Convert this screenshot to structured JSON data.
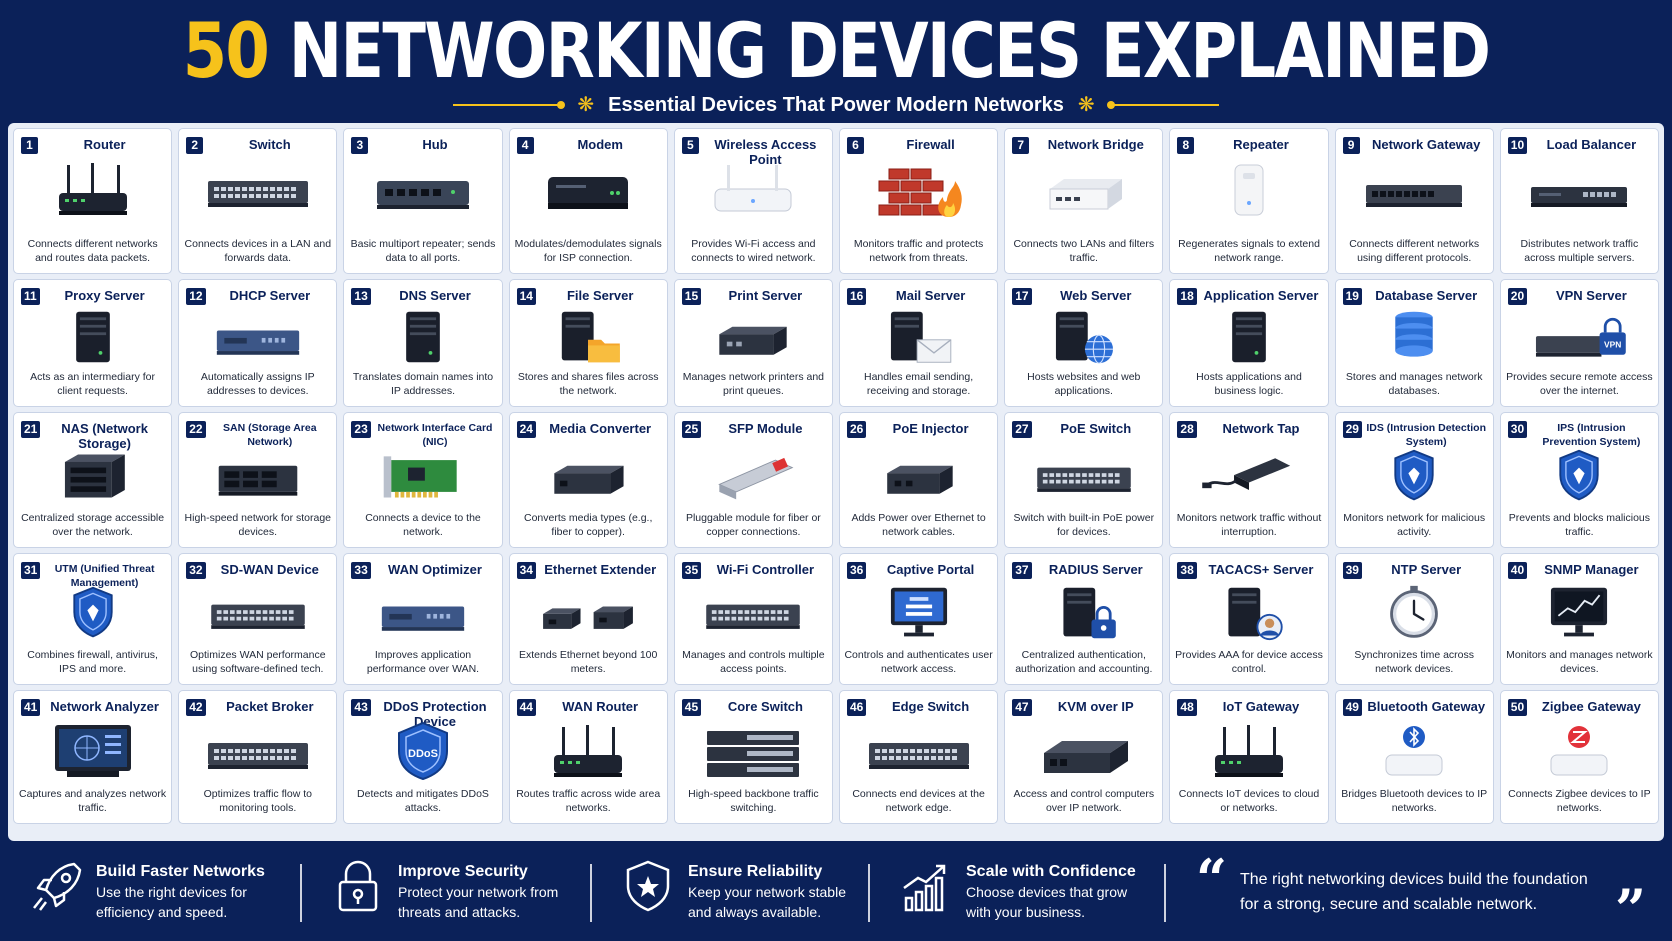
{
  "header": {
    "title_num": "50",
    "title_rest": " NETWORKING DEVICES EXPLAINED",
    "subtitle": "Essential Devices That Power Modern Networks"
  },
  "colors": {
    "navy": "#0b2159",
    "gold": "#f6c21b",
    "panel": "#e9eef7"
  },
  "devices": [
    {
      "num": "1",
      "title": "Router",
      "desc": "Connects different networks and routes data packets.",
      "icon": "router-icon"
    },
    {
      "num": "2",
      "title": "Switch",
      "desc": "Connects devices in a LAN and forwards data.",
      "icon": "switch-icon"
    },
    {
      "num": "3",
      "title": "Hub",
      "desc": "Basic multiport repeater; sends data to all ports.",
      "icon": "hub-icon"
    },
    {
      "num": "4",
      "title": "Modem",
      "desc": "Modulates/demodulates signals for ISP connection.",
      "icon": "modem-icon"
    },
    {
      "num": "5",
      "title": "Wireless Access Point",
      "desc": "Provides Wi-Fi access and connects to wired network.",
      "icon": "access-point-icon"
    },
    {
      "num": "6",
      "title": "Firewall",
      "desc": "Monitors traffic and protects network from threats.",
      "icon": "firewall-icon"
    },
    {
      "num": "7",
      "title": "Network Bridge",
      "desc": "Connects two LANs and filters traffic.",
      "icon": "bridge-icon"
    },
    {
      "num": "8",
      "title": "Repeater",
      "desc": "Regenerates signals to extend network range.",
      "icon": "repeater-icon"
    },
    {
      "num": "9",
      "title": "Network Gateway",
      "desc": "Connects different networks using different protocols.",
      "icon": "gateway-icon"
    },
    {
      "num": "10",
      "title": "Load Balancer",
      "desc": "Distributes network traffic across multiple servers.",
      "icon": "load-balancer-icon"
    },
    {
      "num": "11",
      "title": "Proxy Server",
      "desc": "Acts as an intermediary for client requests.",
      "icon": "server-icon"
    },
    {
      "num": "12",
      "title": "DHCP Server",
      "desc": "Automatically assigns IP addresses to devices.",
      "icon": "rack-server-icon"
    },
    {
      "num": "13",
      "title": "DNS Server",
      "desc": "Translates domain names into IP addresses.",
      "icon": "server-icon"
    },
    {
      "num": "14",
      "title": "File Server",
      "desc": "Stores and shares files across the network.",
      "icon": "file-server-icon"
    },
    {
      "num": "15",
      "title": "Print Server",
      "desc": "Manages network printers and print queues.",
      "icon": "print-server-icon"
    },
    {
      "num": "16",
      "title": "Mail Server",
      "desc": "Handles email sending, receiving and storage.",
      "icon": "mail-server-icon"
    },
    {
      "num": "17",
      "title": "Web Server",
      "desc": "Hosts websites and web applications.",
      "icon": "web-server-icon"
    },
    {
      "num": "18",
      "title": "Application Server",
      "desc": "Hosts applications and business logic.",
      "icon": "server-icon"
    },
    {
      "num": "19",
      "title": "Database Server",
      "desc": "Stores and manages network databases.",
      "icon": "database-icon"
    },
    {
      "num": "20",
      "title": "VPN Server",
      "desc": "Provides secure remote access over the internet.",
      "icon": "vpn-icon"
    },
    {
      "num": "21",
      "title": "NAS (Network Storage)",
      "desc": "Centralized storage accessible over the network.",
      "icon": "nas-icon"
    },
    {
      "num": "22",
      "title": "SAN (Storage Area Network)",
      "desc": "High-speed network for storage devices.",
      "icon": "san-icon"
    },
    {
      "num": "23",
      "title": "Network Interface Card (NIC)",
      "desc": "Connects a device to the network.",
      "icon": "nic-icon"
    },
    {
      "num": "24",
      "title": "Media Converter",
      "desc": "Converts media types (e.g., fiber to copper).",
      "icon": "media-converter-icon"
    },
    {
      "num": "25",
      "title": "SFP Module",
      "desc": "Pluggable module for fiber or copper connections.",
      "icon": "sfp-icon"
    },
    {
      "num": "26",
      "title": "PoE Injector",
      "desc": "Adds Power over Ethernet to network cables.",
      "icon": "poe-injector-icon"
    },
    {
      "num": "27",
      "title": "PoE Switch",
      "desc": "Switch with built-in PoE power for devices.",
      "icon": "switch-icon"
    },
    {
      "num": "28",
      "title": "Network Tap",
      "desc": "Monitors network traffic without interruption.",
      "icon": "network-tap-icon"
    },
    {
      "num": "29",
      "title": "IDS (Intrusion Detection System)",
      "desc": "Monitors network for malicious activity.",
      "icon": "shield-icon"
    },
    {
      "num": "30",
      "title": "IPS (Intrusion Prevention System)",
      "desc": "Prevents and blocks malicious traffic.",
      "icon": "shield-icon"
    },
    {
      "num": "31",
      "title": "UTM (Unified Threat Management)",
      "desc": "Combines firewall, antivirus, IPS and more.",
      "icon": "shield-icon"
    },
    {
      "num": "32",
      "title": "SD-WAN Device",
      "desc": "Optimizes WAN performance using software-defined tech.",
      "icon": "switch-icon"
    },
    {
      "num": "33",
      "title": "WAN Optimizer",
      "desc": "Improves application performance over WAN.",
      "icon": "rack-server-icon"
    },
    {
      "num": "34",
      "title": "Ethernet Extender",
      "desc": "Extends Ethernet beyond 100 meters.",
      "icon": "extender-icon"
    },
    {
      "num": "35",
      "title": "Wi-Fi Controller",
      "desc": "Manages and controls multiple access points.",
      "icon": "switch-icon"
    },
    {
      "num": "36",
      "title": "Captive Portal",
      "desc": "Controls and authenticates user network access.",
      "icon": "monitor-icon"
    },
    {
      "num": "37",
      "title": "RADIUS Server",
      "desc": "Centralized authentication, authorization and accounting.",
      "icon": "lock-server-icon"
    },
    {
      "num": "38",
      "title": "TACACS+ Server",
      "desc": "Provides AAA for device access control.",
      "icon": "user-server-icon"
    },
    {
      "num": "39",
      "title": "NTP Server",
      "desc": "Synchronizes time across network devices.",
      "icon": "clock-icon"
    },
    {
      "num": "40",
      "title": "SNMP Manager",
      "desc": "Monitors and manages network devices.",
      "icon": "chart-monitor-icon"
    },
    {
      "num": "41",
      "title": "Network Analyzer",
      "desc": "Captures and analyzes network traffic.",
      "icon": "analyzer-icon"
    },
    {
      "num": "42",
      "title": "Packet Broker",
      "desc": "Optimizes traffic flow to monitoring tools.",
      "icon": "switch-icon"
    },
    {
      "num": "43",
      "title": "DDoS Protection Device",
      "desc": "Detects and mitigates DDoS attacks.",
      "icon": "ddos-shield-icon"
    },
    {
      "num": "44",
      "title": "WAN Router",
      "desc": "Routes traffic across wide area networks.",
      "icon": "router-icon"
    },
    {
      "num": "45",
      "title": "Core Switch",
      "desc": "High-speed backbone traffic switching.",
      "icon": "core-switch-icon"
    },
    {
      "num": "46",
      "title": "Edge Switch",
      "desc": "Connects end devices at the network edge.",
      "icon": "switch-icon"
    },
    {
      "num": "47",
      "title": "KVM over IP",
      "desc": "Access and control computers over IP network.",
      "icon": "kvm-icon"
    },
    {
      "num": "48",
      "title": "IoT Gateway",
      "desc": "Connects IoT devices to cloud or networks.",
      "icon": "router-icon"
    },
    {
      "num": "49",
      "title": "Bluetooth Gateway",
      "desc": "Bridges Bluetooth devices to IP networks.",
      "icon": "bluetooth-gateway-icon"
    },
    {
      "num": "50",
      "title": "Zigbee Gateway",
      "desc": "Connects Zigbee devices to IP networks.",
      "icon": "zigbee-gateway-icon"
    }
  ],
  "footer": {
    "items": [
      {
        "head": "Build Faster Networks",
        "line1": "Use the right devices for",
        "line2": "efficiency and speed.",
        "icon": "rocket-icon"
      },
      {
        "head": "Improve Security",
        "line1": "Protect your network from",
        "line2": "threats and attacks.",
        "icon": "padlock-icon"
      },
      {
        "head": "Ensure Reliability",
        "line1": "Keep your network stable",
        "line2": "and always available.",
        "icon": "star-shield-icon"
      },
      {
        "head": "Scale with Confidence",
        "line1": "Choose devices that grow",
        "line2": "with your business.",
        "icon": "growth-chart-icon"
      }
    ],
    "quote_line1": "The right networking devices build the foundation",
    "quote_line2": "for a strong, secure and scalable network.",
    "quote_open": "“",
    "quote_close": "”"
  }
}
